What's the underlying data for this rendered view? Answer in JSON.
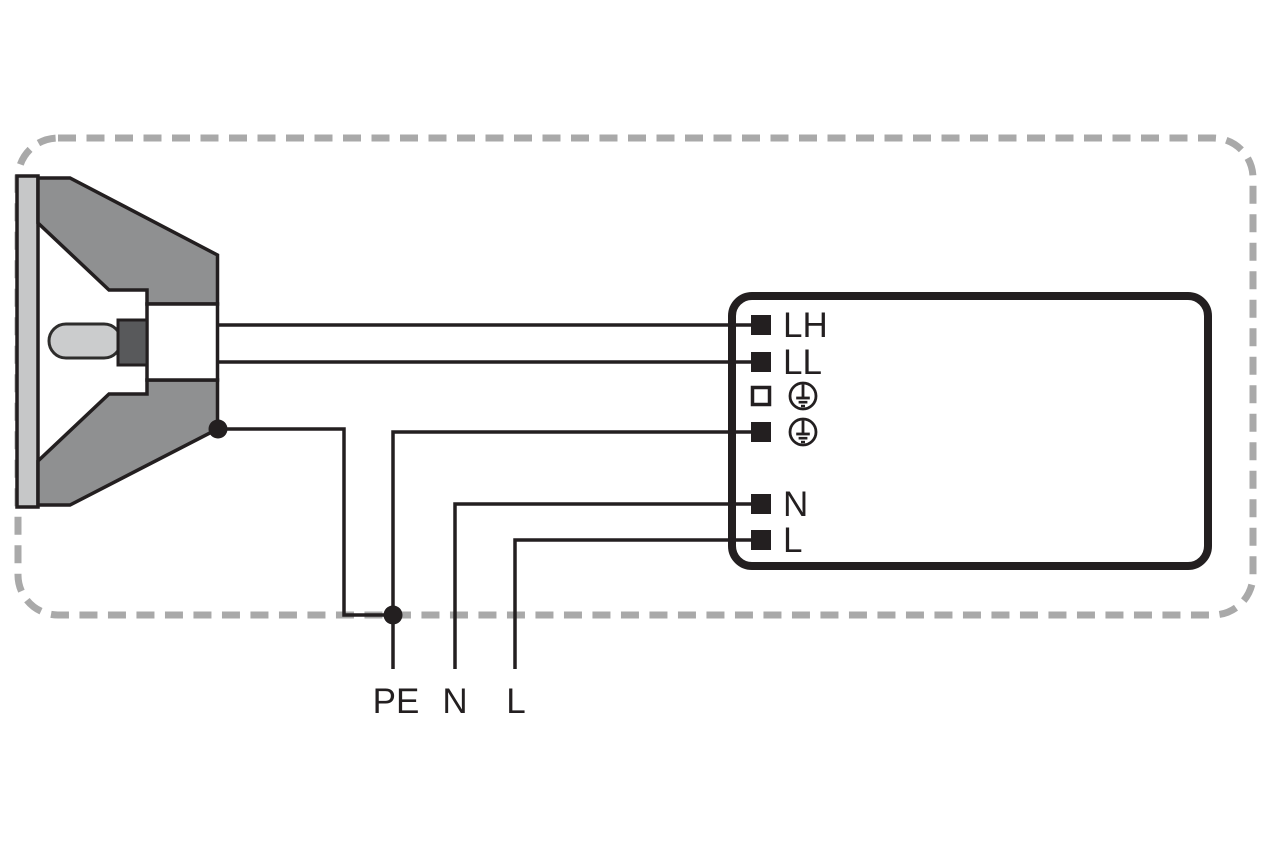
{
  "diagram": {
    "type": "wiring-diagram",
    "subject": "Luminaire wiring: reflector lamp and control gear inside a dashed luminaire boundary, mains supply entering from below",
    "boundary": {
      "style": "dashed",
      "meaning": "luminaire enclosure"
    },
    "lamp": {
      "kind": "reflector-lamp-symbol",
      "earth_connection": "lamp body earthed via junction dot"
    },
    "ballast": {
      "terminals": [
        {
          "label": "LH",
          "square": "filled",
          "icon": ""
        },
        {
          "label": "LL",
          "square": "filled",
          "icon": ""
        },
        {
          "label": "",
          "square": "open",
          "icon": "earth"
        },
        {
          "label": "",
          "square": "filled",
          "icon": "earth"
        },
        {
          "label": "N",
          "square": "filled",
          "icon": ""
        },
        {
          "label": "L",
          "square": "filled",
          "icon": ""
        }
      ]
    },
    "supply": {
      "pe": "PE",
      "n": "N",
      "l": "L"
    },
    "connections": [
      {
        "from": "lamp socket contact 1",
        "to": "terminal LH"
      },
      {
        "from": "lamp socket contact 2",
        "to": "terminal LL"
      },
      {
        "from": "lamp body earth dot",
        "to": "PE junction dot on boundary"
      },
      {
        "from": "supply PE",
        "to": "earth terminal (filled square)"
      },
      {
        "from": "supply N",
        "to": "terminal N"
      },
      {
        "from": "supply L",
        "to": "terminal L"
      }
    ],
    "colors": {
      "line": "#231f20",
      "boundary_dash": "#a9a9a9",
      "lamp_body": "#8f9091",
      "lamp_lens": "#c6c7c8",
      "lamp_bulb": "#cbcccd",
      "lamp_base": "#58595b",
      "background": "#ffffff"
    }
  }
}
